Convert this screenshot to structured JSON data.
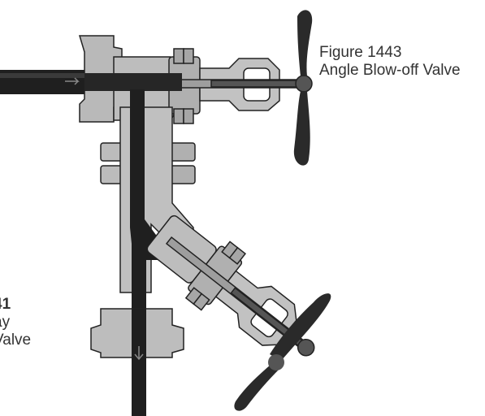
{
  "captions": {
    "top": {
      "line1": "Figure 1443",
      "line2": "Angle Blow-off Valve"
    },
    "left": {
      "line1": "41",
      "line2": "ay",
      "line3": "Valve"
    }
  },
  "colors": {
    "body_grey": "#b9b9b9",
    "shadow_grey": "#8c8c8c",
    "dark_pipe": "#1f1f1f",
    "outline": "#222222",
    "text": "#333333"
  }
}
